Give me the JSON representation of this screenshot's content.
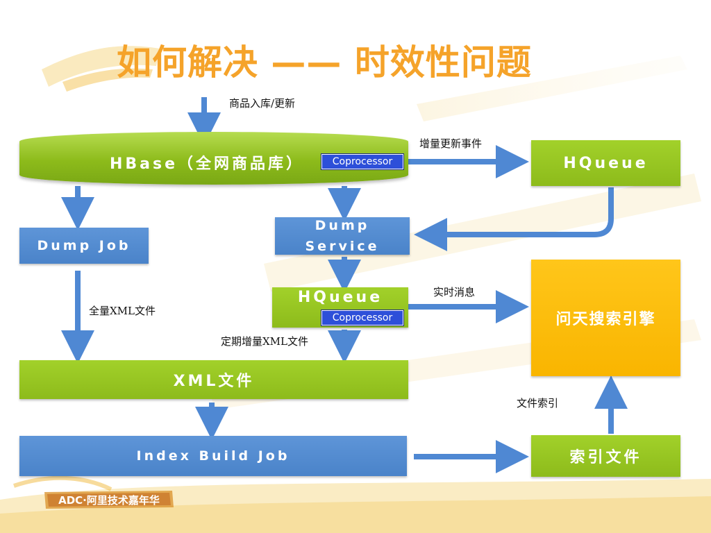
{
  "title": "如何解决 —— 时效性问题",
  "nodes": {
    "hbase": "HBase（全网商品库）",
    "hqueue_top": "HQueue",
    "dump_job": "Dump Job",
    "dump_service": "Dump Service",
    "hqueue_mid": "HQueue",
    "search_engine": "问天搜索引擎",
    "xml_files": "XML文件",
    "index_build_job": "Index Build Job",
    "index_files": "索引文件"
  },
  "coprocessor_label": "Coprocessor",
  "labels": {
    "product_update": "商品入库/更新",
    "incremental_event": "增量更新事件",
    "full_xml": "全量XML文件",
    "realtime_msg": "实时消息",
    "periodic_xml": "定期增量XML文件",
    "file_index": "文件索引"
  },
  "logo": {
    "text": "ADC·阿里技术嘉年华"
  },
  "colors": {
    "title": "#f5a32a",
    "green": "#8dbb1b",
    "blue": "#4a83c9",
    "gold": "#f9b500",
    "arrow": "#4f88d3",
    "coprocessor": "#2d4fd9"
  }
}
